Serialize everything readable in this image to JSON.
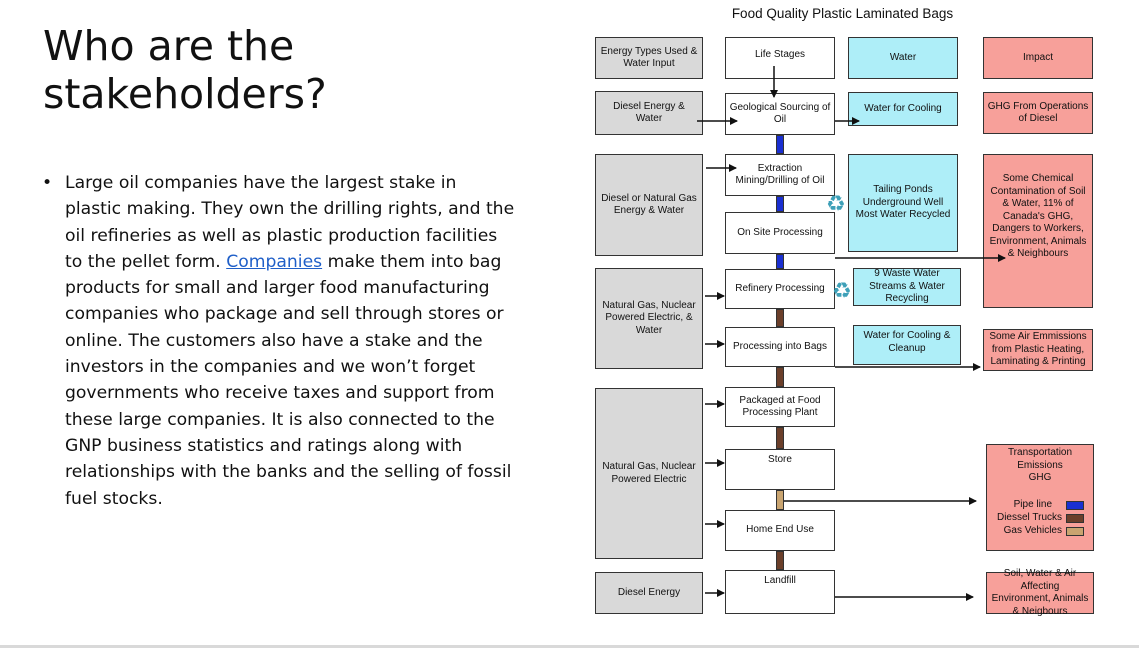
{
  "slide": {
    "title": "Who are the stakeholders?",
    "bullet_before_link": "Large oil companies have the largest stake in plastic making. They own the drilling rights, and the oil refineries as well as plastic production facilities to the pellet form. ",
    "bullet_link": "Companies",
    "bullet_after_link": " make them into bag products for small and larger food manufacturing companies who package and sell through stores or online. The customers also have a stake and the investors in the companies and we won’t forget governments who receive taxes and support from these large companies. It is also connected to the GNP business statistics and ratings along with relationships with the banks and the selling of fossil fuel stocks."
  },
  "diagram": {
    "title": "Food Quality Plastic Laminated Bags",
    "headers": {
      "energy": "Energy Types Used & Water Input",
      "stages": "Life Stages",
      "water": "Water",
      "impact": "Impact"
    },
    "energy": [
      "Diesel Energy & Water",
      "Diesel or Natural Gas Energy & Water",
      "Natural Gas, Nuclear Powered Electric, & Water",
      "Natural Gas, Nuclear Powered Electric",
      "Diesel Energy"
    ],
    "stages": [
      "Geological Sourcing of Oil",
      "Extraction Mining/Drilling of Oil",
      "On Site Processing",
      "Refinery Processing",
      "Processing into Bags",
      "Packaged at Food Processing Plant",
      "Store",
      "Home End Use",
      "Landfill"
    ],
    "water": [
      "Water for Cooling",
      "Tailing Ponds Underground Well Most Water Recycled",
      "9 Waste Water Streams & Water Recycling",
      "Water for Cooling & Cleanup"
    ],
    "impact": [
      "GHG From Operations of Diesel",
      "Some Chemical Contamination of Soil & Water, 11% of Canada's GHG, Dangers to Workers, Environment, Animals & Neighbours",
      "Some Air Emmissions from Plastic Heating, Laminating & Printing",
      "Transportation Emissions GHG",
      "Soil, Water & Air Affecting Environment, Animals & Neigbours"
    ],
    "legend": [
      {
        "label": "Pipe line",
        "color": "#1a2fd1"
      },
      {
        "label": "Diessel Trucks",
        "color": "#6b3f2a"
      },
      {
        "label": "Gas Vehicles",
        "color": "#c9a470"
      }
    ],
    "recycle_icon": "recycle-icon"
  }
}
